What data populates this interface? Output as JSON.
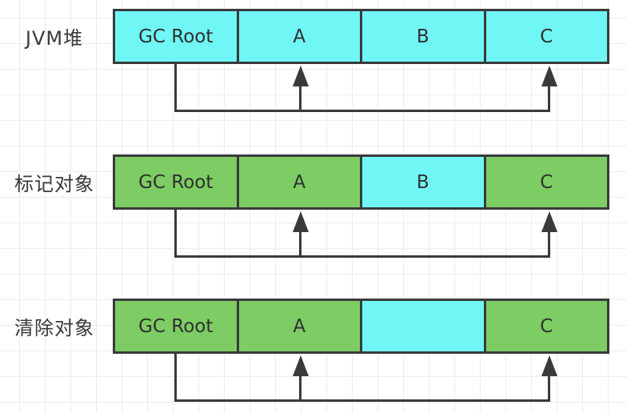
{
  "diagram": {
    "topic": "GC mark-sweep",
    "colors": {
      "unmarked_fill": "#70f6f4",
      "marked_fill": "#7dcd64",
      "outline": "#3a3a3a",
      "line": "#3a3a3a",
      "text": "#2f2f2f",
      "grid_line": "#ececec",
      "background": "#ffffff"
    },
    "rows": [
      {
        "label": "JVM堆",
        "cells": [
          {
            "label": "GC Root",
            "fill": "#70f6f4"
          },
          {
            "label": "A",
            "fill": "#70f6f4"
          },
          {
            "label": "B",
            "fill": "#70f6f4"
          },
          {
            "label": "C",
            "fill": "#70f6f4"
          }
        ],
        "references": [
          "GC Root → A",
          "GC Root → C"
        ]
      },
      {
        "label": "标记对象",
        "cells": [
          {
            "label": "GC Root",
            "fill": "#7dcd64"
          },
          {
            "label": "A",
            "fill": "#7dcd64"
          },
          {
            "label": "B",
            "fill": "#70f6f4"
          },
          {
            "label": "C",
            "fill": "#7dcd64"
          }
        ],
        "references": [
          "GC Root → A",
          "GC Root → C"
        ]
      },
      {
        "label": "清除对象",
        "cells": [
          {
            "label": "GC Root",
            "fill": "#7dcd64"
          },
          {
            "label": "A",
            "fill": "#7dcd64"
          },
          {
            "label": "",
            "fill": "#70f6f4"
          },
          {
            "label": "C",
            "fill": "#7dcd64"
          }
        ],
        "references": [
          "GC Root → A",
          "GC Root → C"
        ]
      }
    ]
  }
}
